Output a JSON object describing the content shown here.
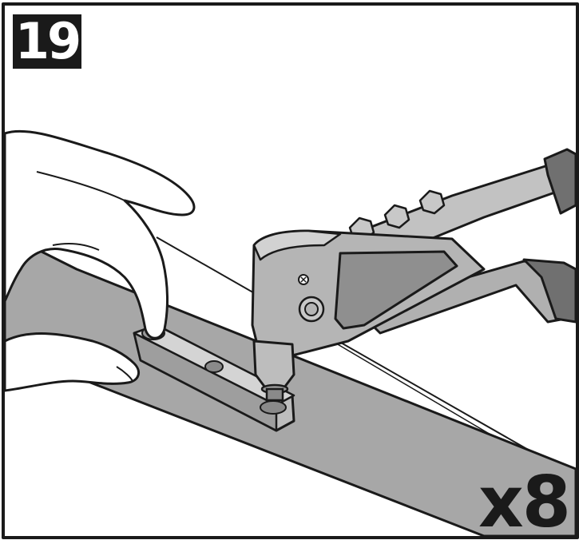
{
  "step": {
    "number": "19"
  },
  "quantity": {
    "label": "x8"
  },
  "colors": {
    "outline": "#1a1a1a",
    "rail": "#a7a7a7",
    "tool_body": "#b5b5b5",
    "tool_panel": "#8f8f8f",
    "grip": "#707070",
    "background": "#ffffff"
  },
  "icons": {
    "step_badge": "step-number-badge",
    "hand": "hand-icon",
    "rivet_tool": "hand-riveter-icon",
    "rivet_pin": "rivet-pin-icon",
    "bracket": "bracket-plate-icon",
    "rail": "rail-strip-icon"
  }
}
